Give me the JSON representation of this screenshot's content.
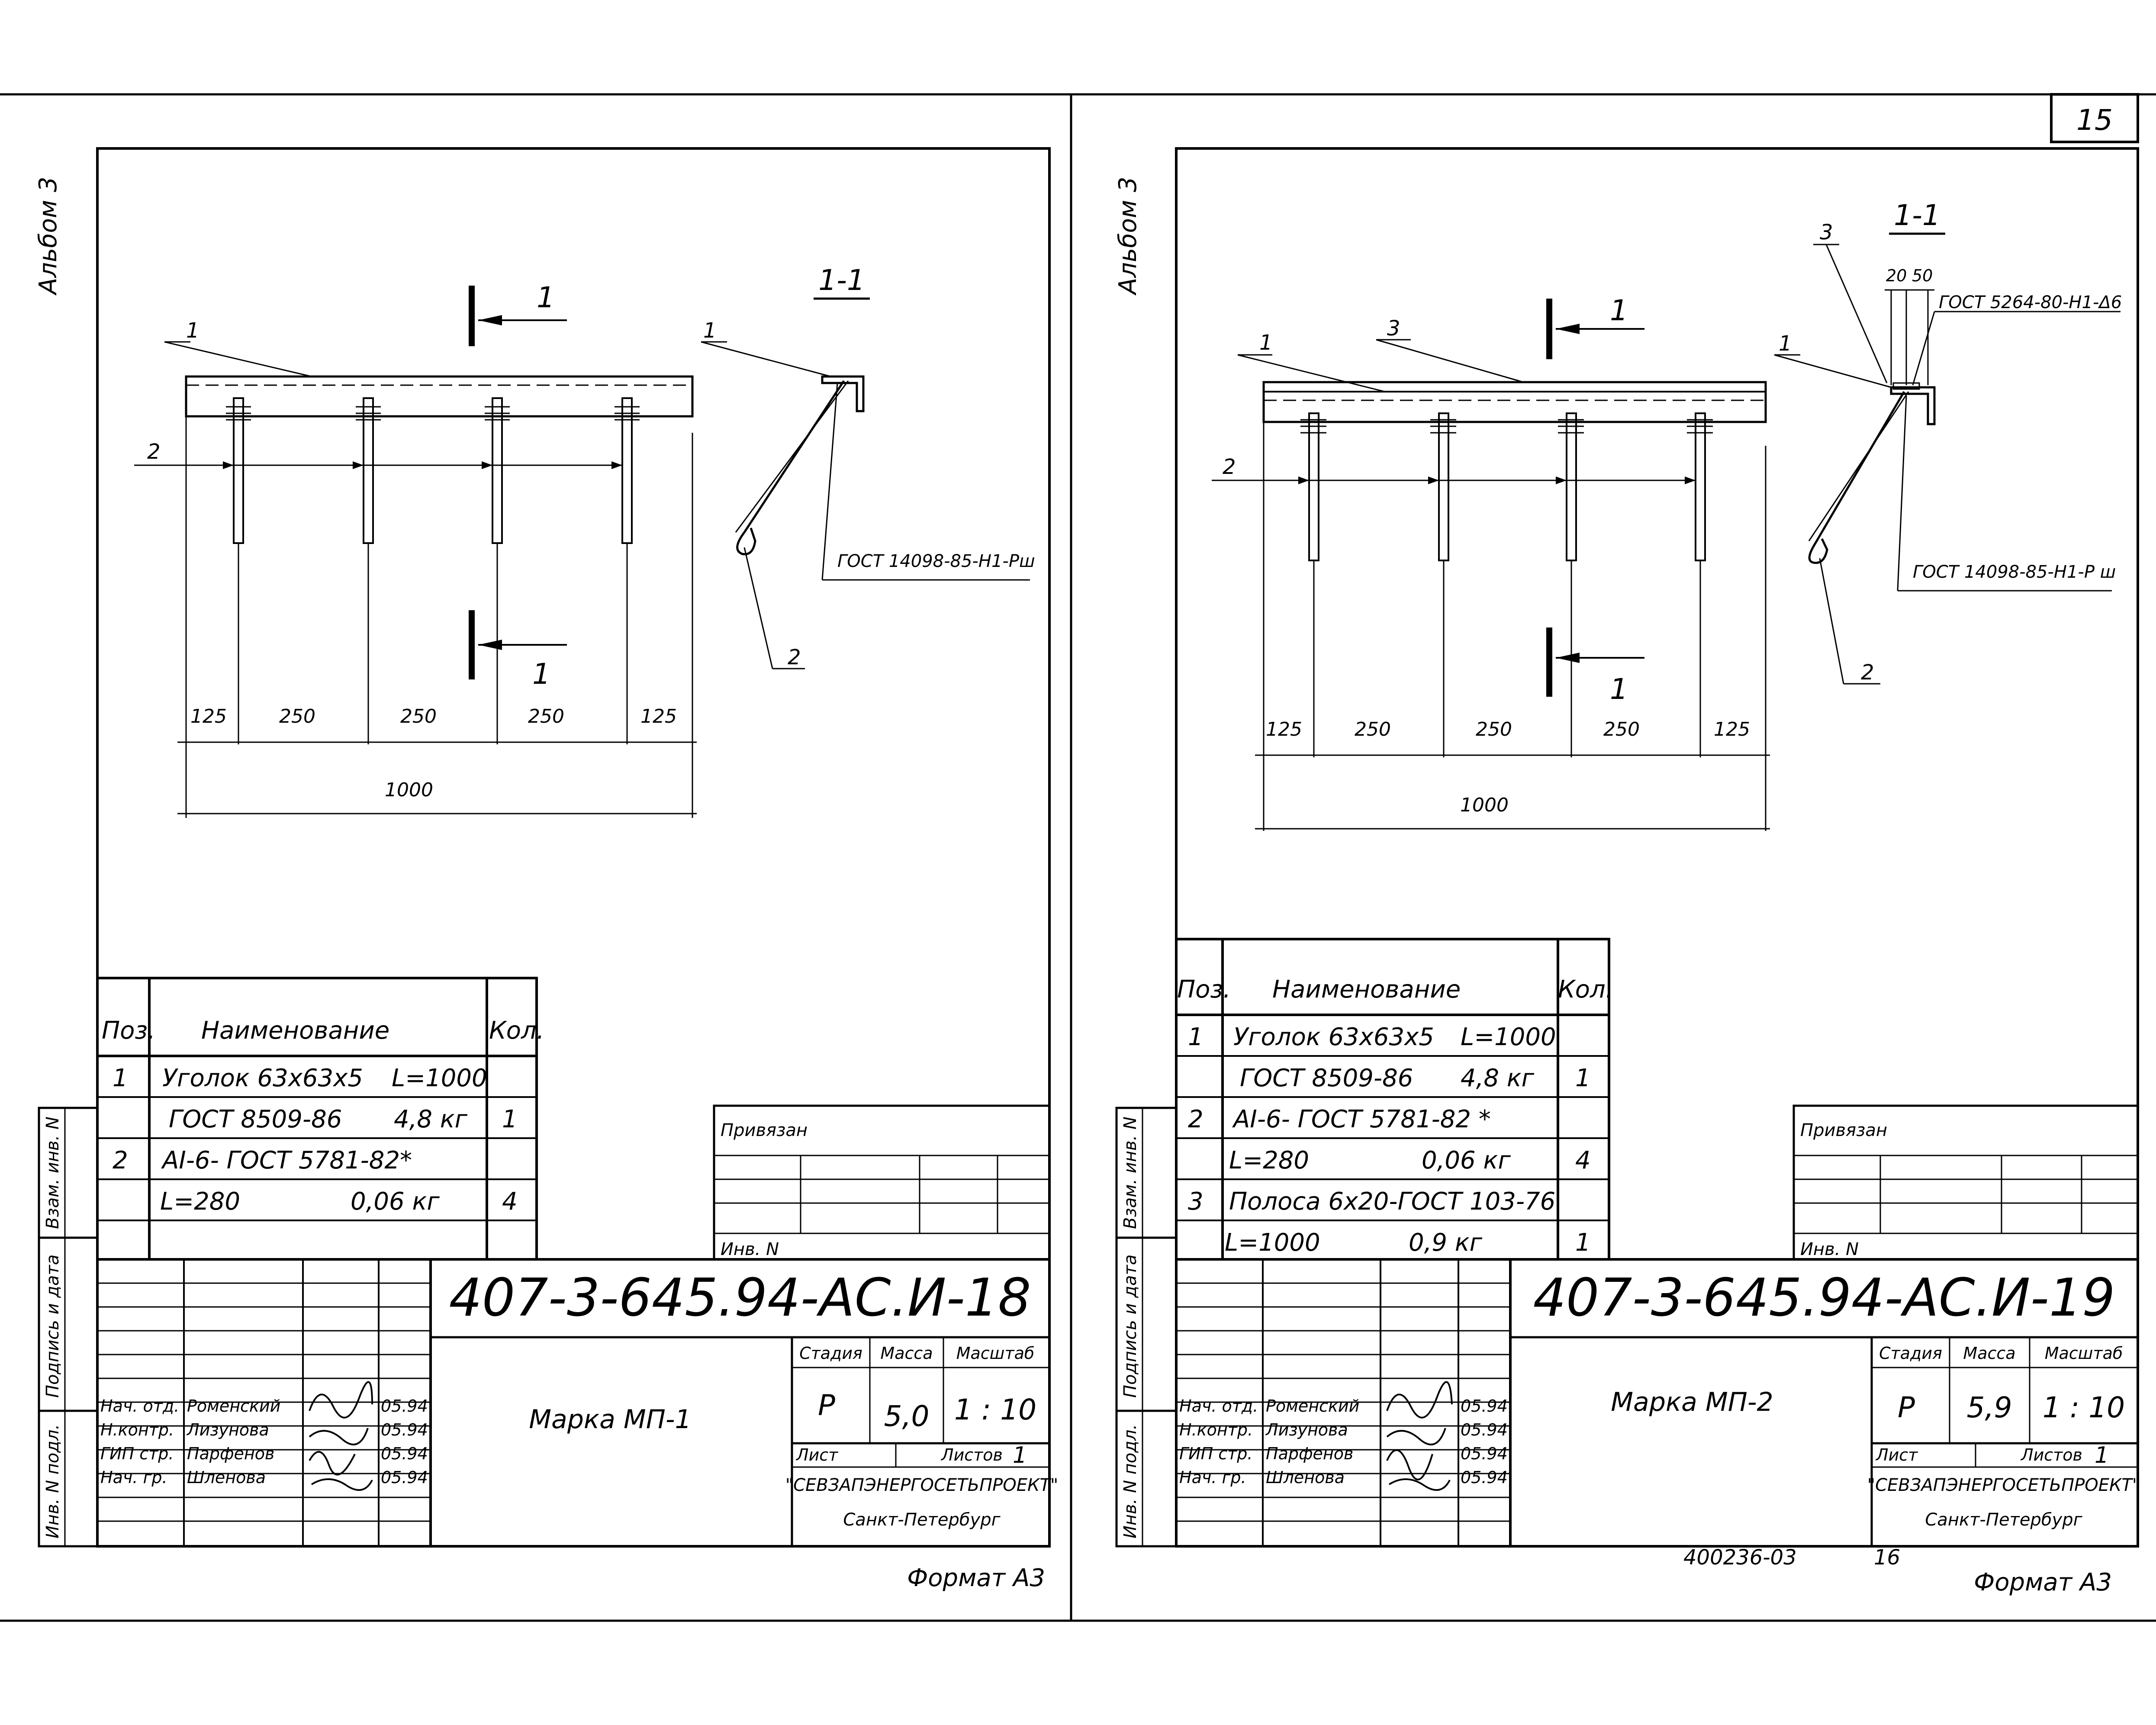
{
  "page_number": "15",
  "left": {
    "album": "Альбом 3",
    "section_label": "1-1",
    "section_marks": [
      "1",
      "1"
    ],
    "callouts": [
      "1",
      "2",
      "1",
      "2"
    ],
    "gost_note": "ГОСТ 14098-85-Н1-Рш",
    "dims": [
      "125",
      "250",
      "250",
      "250",
      "125"
    ],
    "total_dim": "1000",
    "spec_header": {
      "pos": "Поз.",
      "name": "Наименование",
      "qty": "Кол."
    },
    "spec_rows": [
      {
        "pos": "1",
        "name": "Уголок 63х63х5",
        "extra": "L=1000",
        "qty": ""
      },
      {
        "pos": "",
        "name": "ГОСТ 8509-86",
        "extra": "4,8 кг",
        "qty": "1"
      },
      {
        "pos": "2",
        "name": "АI-6- ГОСТ 5781-82*",
        "extra": "",
        "qty": ""
      },
      {
        "pos": "",
        "name": "L=280",
        "extra": "0,06 кг",
        "qty": "4"
      }
    ],
    "privyazan": "Привязан",
    "inv_no": "Инв. N",
    "doc_code": "407-3-645.94-АС.И-18",
    "title": "Марка МП-1",
    "stage_label": "Стадия",
    "mass_label": "Масса",
    "scale_label": "Масштаб",
    "stage": "Р",
    "mass": "5,0",
    "scale": "1 : 10",
    "sheet_label": "Лист",
    "sheets_label": "Листов",
    "sheets": "1",
    "org": "\"СЕВЗАПЭНЕРГОСЕТЬПРОЕКТ\"",
    "city": "Санкт-Петербург",
    "signers": [
      {
        "role": "Нач. отд.",
        "name": "Роменский",
        "date": "05.94"
      },
      {
        "role": "Н.контр.",
        "name": "Лизунова",
        "date": "05.94"
      },
      {
        "role": "ГИП стр.",
        "name": "Парфенов",
        "date": "05.94"
      },
      {
        "role": "Нач. гр.",
        "name": "Шленова",
        "date": "05.94"
      }
    ],
    "side_labels": [
      "Взам. инв. N",
      "Подпись и дата",
      "Инв. N подл."
    ],
    "format": "Формат А3"
  },
  "right": {
    "album": "Альбом 3",
    "section_label": "1-1",
    "section_marks": [
      "1",
      "1"
    ],
    "callouts": [
      "1",
      "3",
      "2",
      "3",
      "1",
      "2"
    ],
    "top_dims": [
      "20",
      "50"
    ],
    "gost_top": "ГОСТ 5264-80-Н1-Δ6",
    "gost_note": "ГОСТ 14098-85-Н1-Р ш",
    "dims": [
      "125",
      "250",
      "250",
      "250",
      "125"
    ],
    "total_dim": "1000",
    "spec_header": {
      "pos": "Поз.",
      "name": "Наименование",
      "qty": "Кол."
    },
    "spec_rows": [
      {
        "pos": "1",
        "name": "Уголок 63х63х5",
        "extra": "L=1000",
        "qty": ""
      },
      {
        "pos": "",
        "name": "ГОСТ 8509-86",
        "extra": "4,8 кг",
        "qty": "1"
      },
      {
        "pos": "2",
        "name": "АI-6- ГОСТ 5781-82 *",
        "extra": "",
        "qty": ""
      },
      {
        "pos": "",
        "name": "L=280",
        "extra": "0,06 кг",
        "qty": "4"
      },
      {
        "pos": "3",
        "name": "Полоса 6х20-ГОСТ 103-76",
        "extra": "",
        "qty": ""
      },
      {
        "pos": "",
        "name": "L=1000",
        "extra": "0,9 кг",
        "qty": "1"
      }
    ],
    "privyazan": "Привязан",
    "inv_no": "Инв. N",
    "doc_code": "407-3-645.94-АС.И-19",
    "title": "Марка МП-2",
    "stage_label": "Стадия",
    "mass_label": "Масса",
    "scale_label": "Масштаб",
    "stage": "Р",
    "mass": "5,9",
    "scale": "1 : 10",
    "sheet_label": "Лист",
    "sheets_label": "Листов",
    "sheets": "1",
    "org": "\"СЕВЗАПЭНЕРГОСЕТЬПРОЕКТ\"",
    "city": "Санкт-Петербург",
    "signers": [
      {
        "role": "Нач. отд.",
        "name": "Роменский",
        "date": "05.94"
      },
      {
        "role": "Н.контр.",
        "name": "Лизунова",
        "date": "05.94"
      },
      {
        "role": "ГИП стр.",
        "name": "Парфенов",
        "date": "05.94"
      },
      {
        "role": "Нач. гр.",
        "name": "Шленова",
        "date": "05.94"
      }
    ],
    "side_labels": [
      "Взам. инв. N",
      "Подпись и дата",
      "Инв. N подл."
    ],
    "archive_no": "400236-03",
    "archive_sheet": "16",
    "format": "Формат А3"
  }
}
